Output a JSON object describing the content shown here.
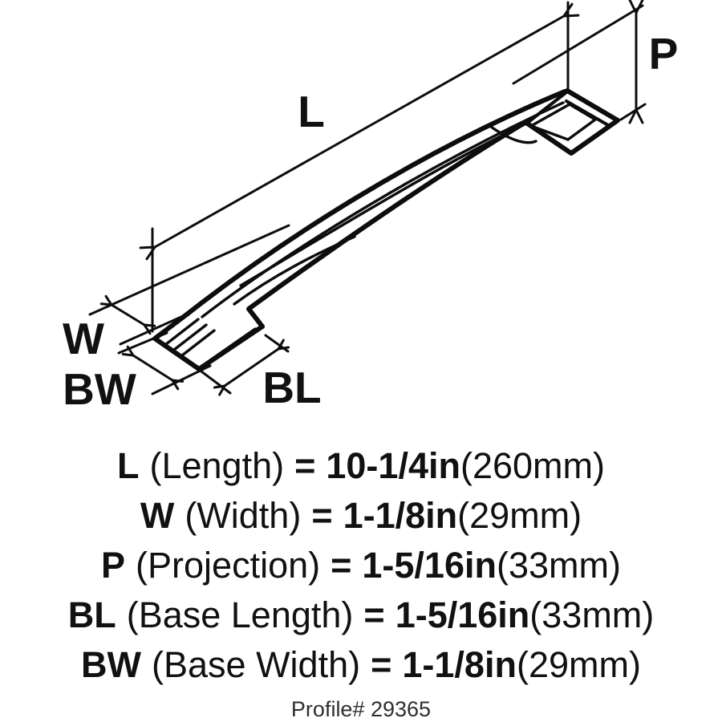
{
  "colors": {
    "ink": "#0d0d0d",
    "background": "#ffffff",
    "text": "#111111",
    "muted_text": "#2e2e2e"
  },
  "diagram": {
    "description": "line drawing of an arched cabinet pull handle with dimension arrows",
    "labels": {
      "length": "L",
      "projection": "P",
      "width": "W",
      "base_width": "BW",
      "base_length": "BL"
    }
  },
  "specs": {
    "equals": "=",
    "rows": [
      {
        "letter": "L",
        "name": "(Length)",
        "value": "10-1/4in",
        "metric": "(260mm)"
      },
      {
        "letter": "W",
        "name": "(Width)",
        "value": "1-1/8in",
        "metric": "(29mm)"
      },
      {
        "letter": "P",
        "name": "(Projection)",
        "value": "1-5/16in",
        "metric": "(33mm)"
      },
      {
        "letter": "BL",
        "name": "(Base Length)",
        "value": "1-5/16in",
        "metric": "(33mm)"
      },
      {
        "letter": "BW",
        "name": "(Base Width)",
        "value": "1-1/8in",
        "metric": "(29mm)"
      }
    ],
    "profile": "Profile# 29365"
  }
}
